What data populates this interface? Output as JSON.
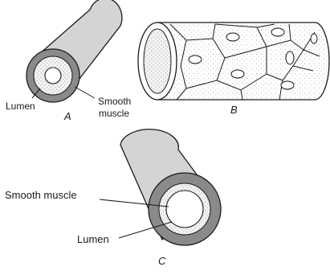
{
  "figure_a": {
    "label": "A",
    "lumen": "Lumen",
    "smooth_muscle_line1": "Smooth",
    "smooth_muscle_line2": "muscle"
  },
  "figure_b": {
    "label": "B"
  },
  "figure_c": {
    "label": "C",
    "smooth_muscle": "Smooth muscle",
    "lumen": "Lumen"
  },
  "colors": {
    "tube_fill": "#d4d4d4",
    "muscle_ring": "#8a8a8a",
    "outline": "#1a1a1a",
    "stipple": "#f2f2f2"
  }
}
